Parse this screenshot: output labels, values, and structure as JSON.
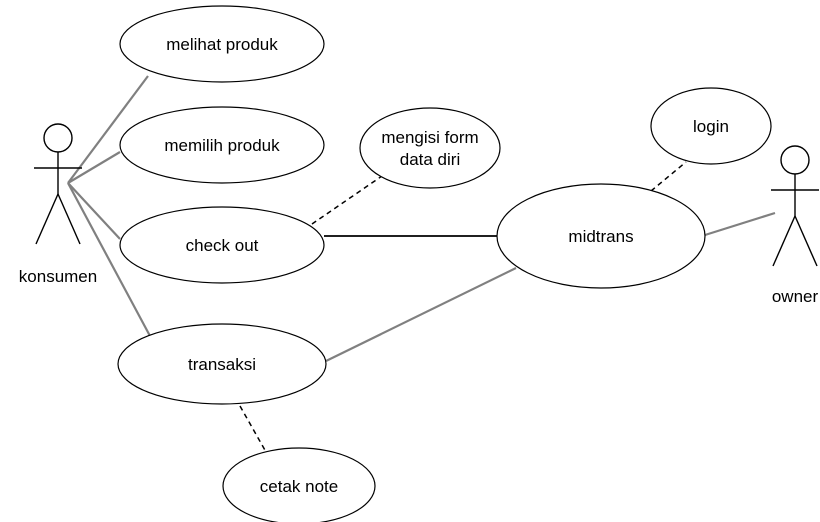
{
  "actors": [
    {
      "id": "konsumen",
      "label": "konsumen"
    },
    {
      "id": "owner",
      "label": "owner"
    }
  ],
  "use_cases": [
    {
      "id": "melihat-produk",
      "lines": [
        "melihat produk"
      ]
    },
    {
      "id": "memilih-produk",
      "lines": [
        "memilih produk"
      ]
    },
    {
      "id": "mengisi-form",
      "lines": [
        "mengisi form",
        "data diri"
      ]
    },
    {
      "id": "check-out",
      "lines": [
        "check out"
      ]
    },
    {
      "id": "midtrans",
      "lines": [
        "midtrans"
      ]
    },
    {
      "id": "login",
      "lines": [
        "login"
      ]
    },
    {
      "id": "transaksi",
      "lines": [
        "transaksi"
      ]
    },
    {
      "id": "cetak-note",
      "lines": [
        "cetak note"
      ]
    }
  ],
  "relations": [
    {
      "from": "konsumen",
      "to": "melihat-produk",
      "kind": "association"
    },
    {
      "from": "konsumen",
      "to": "memilih-produk",
      "kind": "association"
    },
    {
      "from": "konsumen",
      "to": "check-out",
      "kind": "association"
    },
    {
      "from": "konsumen",
      "to": "transaksi",
      "kind": "association"
    },
    {
      "from": "check-out",
      "to": "midtrans",
      "kind": "association"
    },
    {
      "from": "transaksi",
      "to": "midtrans",
      "kind": "association"
    },
    {
      "from": "midtrans",
      "to": "owner",
      "kind": "association"
    },
    {
      "from": "check-out",
      "to": "mengisi-form",
      "kind": "dependency"
    },
    {
      "from": "midtrans",
      "to": "login",
      "kind": "dependency"
    },
    {
      "from": "transaksi",
      "to": "cetak-note",
      "kind": "dependency"
    }
  ]
}
